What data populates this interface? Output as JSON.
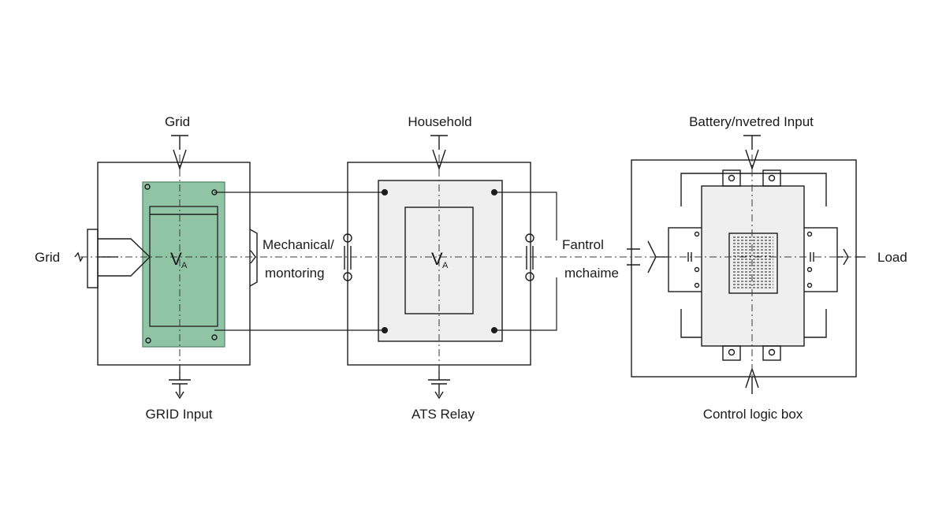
{
  "diagram": {
    "colors": {
      "line": "#1c1c1c",
      "panel_fill": "#efefef",
      "module_green": "#8fc4a4",
      "module_green_edge": "#5c8f70",
      "dash": "#3a3a3a"
    },
    "blocks": {
      "grid": {
        "top_label": "Grid",
        "bottom_label": "GRID Input",
        "symbol": "V",
        "symbol_sub": "A"
      },
      "household": {
        "top_label": "Household",
        "bottom_label": "ATS Relay",
        "symbol": "V",
        "symbol_sub": "A"
      },
      "battery": {
        "top_label": "Battery/nvetred Input",
        "bottom_label": "Control logic box"
      }
    },
    "side_labels": {
      "left": "Grid",
      "right": "Load",
      "link1_line1": "Mechanical/",
      "link1_line2": "montoring",
      "link2_line1": "Fantrol",
      "link2_line2": "mchaime"
    }
  }
}
